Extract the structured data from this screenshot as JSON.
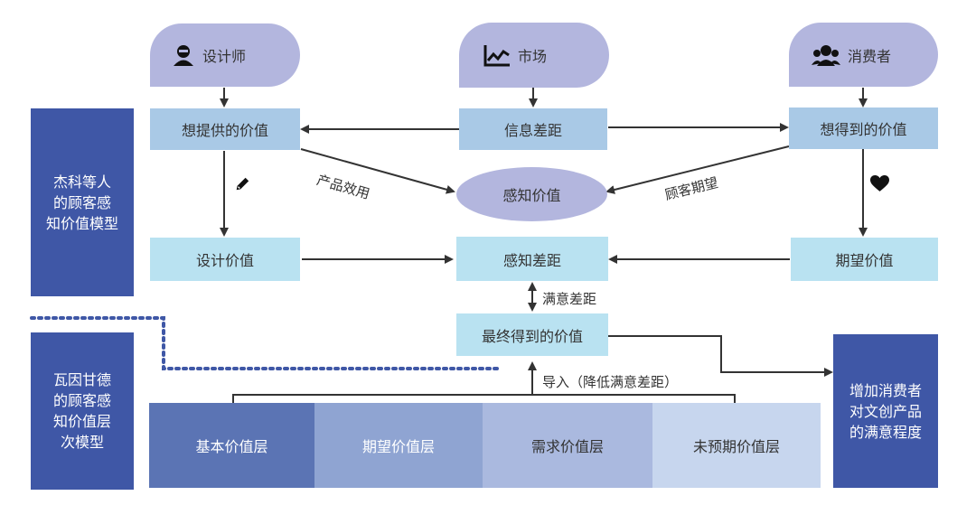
{
  "sources": {
    "designer": "设计师",
    "market": "市场",
    "consumer": "消费者"
  },
  "row1": {
    "offered_value": "想提供的价值",
    "info_gap": "信息差距",
    "desired_value": "想得到的价值"
  },
  "middle": {
    "perceived_value": "感知价值",
    "product_utility": "产品效用",
    "customer_expectation": "顾客期望"
  },
  "row2": {
    "design_value": "设计价值",
    "perceived_gap": "感知差距",
    "expected_value": "期望价值"
  },
  "satisfaction_gap": "满意差距",
  "final_value": "最终得到的价值",
  "import_label": "导入（降低满意差距）",
  "model_jacko": "杰科等人\n的顾客感\n知价值模型",
  "model_woodruff": "瓦因甘德\n的顾客感\n知价值层\n次模型",
  "result": "增加消费者\n对文创产品\n的满意程度",
  "layers": [
    {
      "label": "基本价值层",
      "color": "#5b74b4",
      "text_color": "#ffffff"
    },
    {
      "label": "期望价值层",
      "color": "#8fa4d2",
      "text_color": "#ffffff"
    },
    {
      "label": "需求价值层",
      "color": "#aab9df",
      "text_color": "#333333"
    },
    {
      "label": "未预期价值层",
      "color": "#c7d6ee",
      "text_color": "#333333"
    }
  ],
  "icons": {
    "designer": "person-icon",
    "market": "line-chart-icon",
    "consumer": "group-icon",
    "design": "pencil-icon",
    "expectation": "heart-icon"
  },
  "colors": {
    "dark_blue": "#3f57a6",
    "light_blue": "#a9c9e6",
    "cyan": "#b9e2f1",
    "lavender": "#b3b6de",
    "line": "#333333"
  }
}
